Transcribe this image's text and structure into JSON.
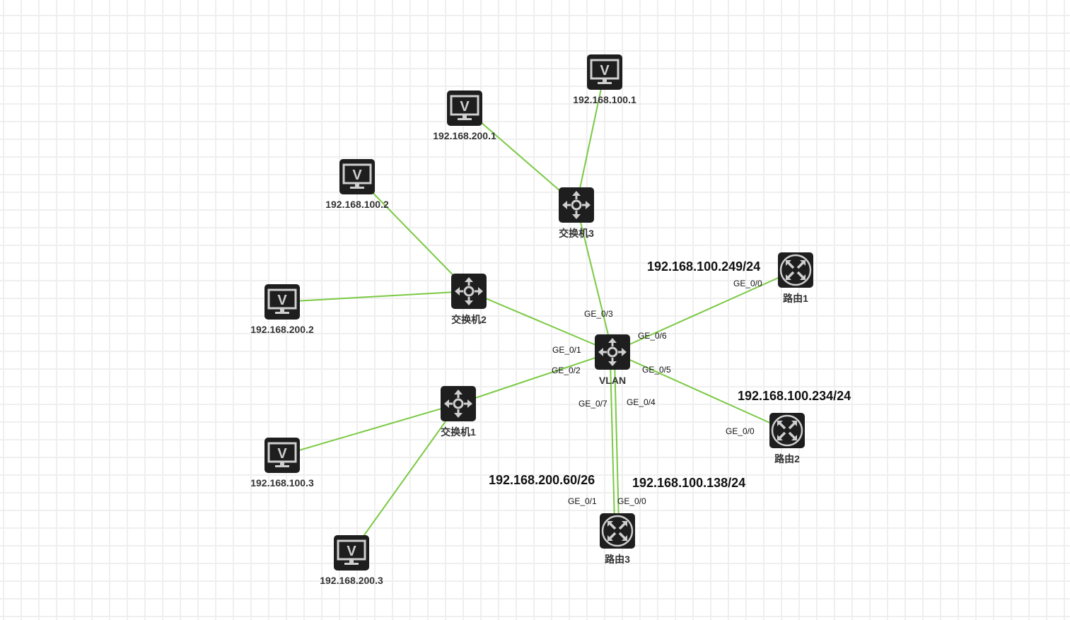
{
  "nodes": [
    {
      "id": "pc1001",
      "type": "pc",
      "label": "192.168.100.1",
      "glyph": "V"
    },
    {
      "id": "pc2001",
      "type": "pc",
      "label": "192.168.200.1",
      "glyph": "V"
    },
    {
      "id": "pc1002",
      "type": "pc",
      "label": "192.168.100.2",
      "glyph": "V"
    },
    {
      "id": "pc2002",
      "type": "pc",
      "label": "192.168.200.2",
      "glyph": "V"
    },
    {
      "id": "pc1003",
      "type": "pc",
      "label": "192.168.100.3",
      "glyph": "V"
    },
    {
      "id": "pc2003",
      "type": "pc",
      "label": "192.168.200.3",
      "glyph": "V"
    },
    {
      "id": "sw3",
      "type": "switch",
      "label": "交换机3"
    },
    {
      "id": "sw2",
      "type": "switch",
      "label": "交换机2"
    },
    {
      "id": "sw1",
      "type": "switch",
      "label": "交换机1"
    },
    {
      "id": "vlan",
      "type": "switch",
      "label": "VLAN"
    },
    {
      "id": "r1",
      "type": "router",
      "label": "路由1"
    },
    {
      "id": "r2",
      "type": "router",
      "label": "路由2"
    },
    {
      "id": "r3",
      "type": "router",
      "label": "路由3"
    }
  ],
  "links": [
    {
      "from": "pc1001",
      "to": "sw3"
    },
    {
      "from": "pc2001",
      "to": "sw3"
    },
    {
      "from": "sw3",
      "to": "vlan"
    },
    {
      "from": "pc1002",
      "to": "sw2"
    },
    {
      "from": "pc2002",
      "to": "sw2"
    },
    {
      "from": "sw2",
      "to": "vlan"
    },
    {
      "from": "sw1",
      "to": "vlan"
    },
    {
      "from": "pc1003",
      "to": "sw1"
    },
    {
      "from": "pc2003",
      "to": "sw1"
    },
    {
      "from": "vlan",
      "to": "r1"
    },
    {
      "from": "vlan",
      "to": "r2"
    },
    {
      "from": "vlan",
      "to": "r3a"
    },
    {
      "from": "vlan",
      "to": "r3b"
    }
  ],
  "ports": [
    "GE_0/3",
    "GE_0/6",
    "GE_0/1",
    "GE_0/2",
    "GE_0/5",
    "GE_0/7",
    "GE_0/4",
    "GE_0/0",
    "GE_0/0",
    "GE_0/1",
    "GE_0/0"
  ],
  "ips": [
    "192.168.100.249/24",
    "192.168.100.234/24",
    "192.168.200.60/26",
    "192.168.100.138/24"
  ],
  "colors": {
    "link": "#7ac943",
    "icon": "#1e1e1e",
    "glyph": "#cfcfcf"
  }
}
